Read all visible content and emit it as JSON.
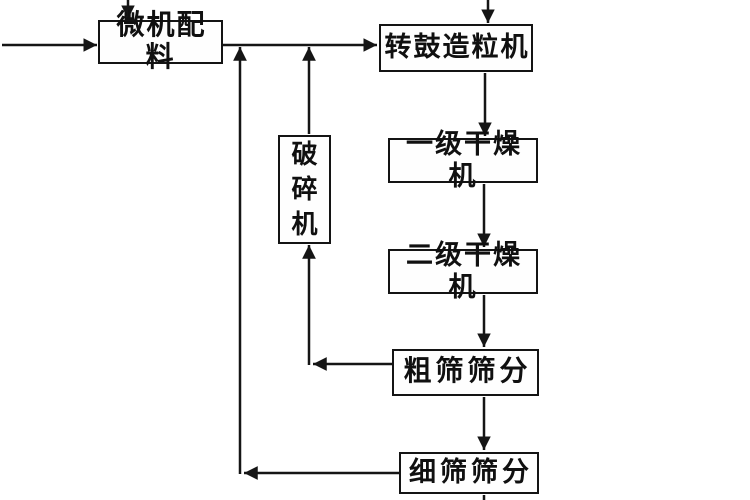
{
  "diagram": {
    "type": "flowchart",
    "background_color": "#ffffff",
    "line_color": "#151515",
    "text_color": "#101010",
    "nodes": [
      {
        "id": "computer-batching",
        "label": "微机配料",
        "orientation": "horizontal"
      },
      {
        "id": "drum-granulator",
        "label": "转鼓造粒机",
        "orientation": "horizontal"
      },
      {
        "id": "crusher",
        "label": "破碎机",
        "orientation": "vertical"
      },
      {
        "id": "primary-dryer",
        "label": "一级干燥机",
        "orientation": "horizontal"
      },
      {
        "id": "secondary-dryer",
        "label": "二级干燥机",
        "orientation": "horizontal"
      },
      {
        "id": "coarse-screening",
        "label": "粗筛筛分",
        "orientation": "horizontal"
      },
      {
        "id": "fine-screening",
        "label": "细筛筛分",
        "orientation": "horizontal"
      }
    ],
    "edges": [
      {
        "from": "external-feed-left",
        "to": "computer-batching",
        "type": "external-in"
      },
      {
        "from": "external-feed-top",
        "to": "computer-batching",
        "type": "external-in"
      },
      {
        "from": "external-feed-top",
        "to": "drum-granulator",
        "type": "external-in"
      },
      {
        "from": "computer-batching",
        "to": "drum-granulator",
        "type": "main"
      },
      {
        "from": "drum-granulator",
        "to": "primary-dryer",
        "type": "main"
      },
      {
        "from": "primary-dryer",
        "to": "secondary-dryer",
        "type": "main"
      },
      {
        "from": "secondary-dryer",
        "to": "coarse-screening",
        "type": "main"
      },
      {
        "from": "coarse-screening",
        "to": "fine-screening",
        "type": "main"
      },
      {
        "from": "coarse-screening",
        "to": "crusher",
        "type": "recycle"
      },
      {
        "from": "crusher",
        "to": "drum-granulator",
        "type": "recycle"
      },
      {
        "from": "fine-screening",
        "to": "drum-granulator",
        "type": "recycle-via-feed-line"
      },
      {
        "from": "fine-screening",
        "to": "product-out-bottom",
        "type": "external-out"
      }
    ]
  }
}
